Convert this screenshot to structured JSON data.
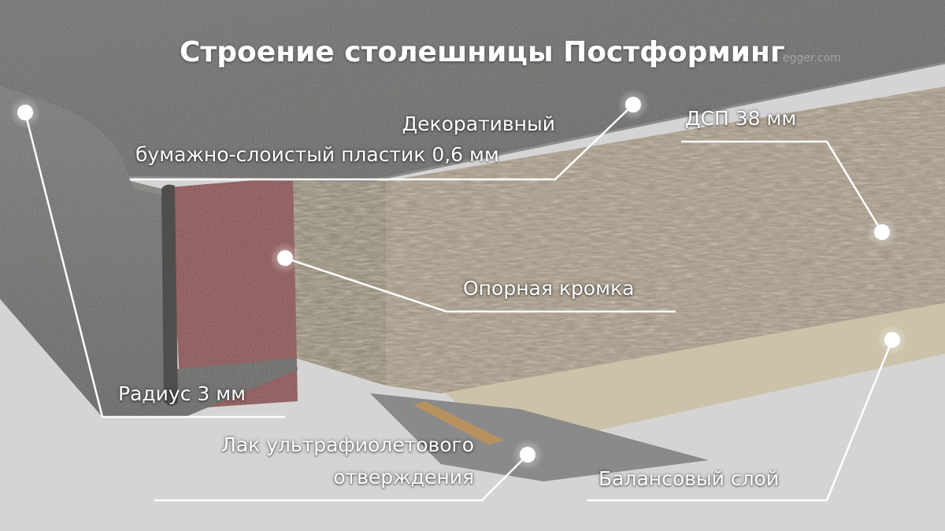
{
  "title": "Строение столешницы Постформинг",
  "brand": "egger.com",
  "labels": {
    "decor_line1": "Декоративный",
    "decor_line2": "бумажно-слоистый пластик 0,6 мм",
    "dsp": "ДСП 38 мм",
    "edge": "Опорная кромка",
    "radius": "Радиус 3 мм",
    "lacquer_line1": "Лак ультрафиолетового",
    "lacquer_line2": "отверждения",
    "balance": "Балансовый слой"
  },
  "colors": {
    "concrete": "#6e6d6b",
    "chipboard": "#a19585",
    "support_edge": "#8a3f42",
    "balance_layer": "#ccc2aa",
    "background": "#d4d4d4",
    "label": "#ffffff"
  }
}
